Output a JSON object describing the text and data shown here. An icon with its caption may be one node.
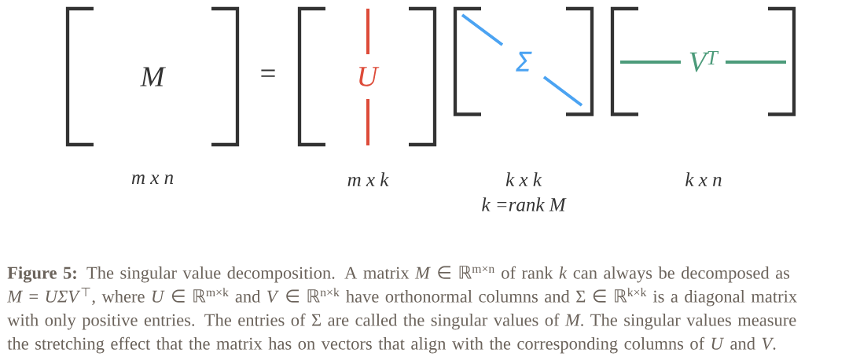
{
  "diagram": {
    "caption": "**Figure 5:** The singular value decomposition. A matrix *M* ∈ ℝ$^{m×n}$ of rank *k* can always be decomposed as *M* = *UΣV*$^{⊤}$, where *U* ∈ ℝ$^{m×k}$ and *V* ∈ ℝ$^{n×k}$ have orthonormal columns and Σ ∈ ℝ$^{k×k}$ is a diagonal matrix with only positive entries. The entries of Σ are called the singular values of *M*. The singular values measure the stretching effect that the matrix has on vectors that align with the corresponding columns of *U* and *V*.",
    "nodes": [
      {
        "text": [
          "M"
        ],
        "beside": [
          "m x n"
        ]
      },
      {
        "text": [
          "U"
        ],
        "beside": [
          "m x k"
        ]
      },
      {
        "text": [
          "Σ"
        ],
        "beside": [
          "k x k",
          "k =rank M"
        ]
      },
      {
        "text": [
          "V$^{T}$"
        ],
        "beside": [
          "k x n"
        ]
      }
    ],
    "labels": [
      "="
    ]
  }
}
